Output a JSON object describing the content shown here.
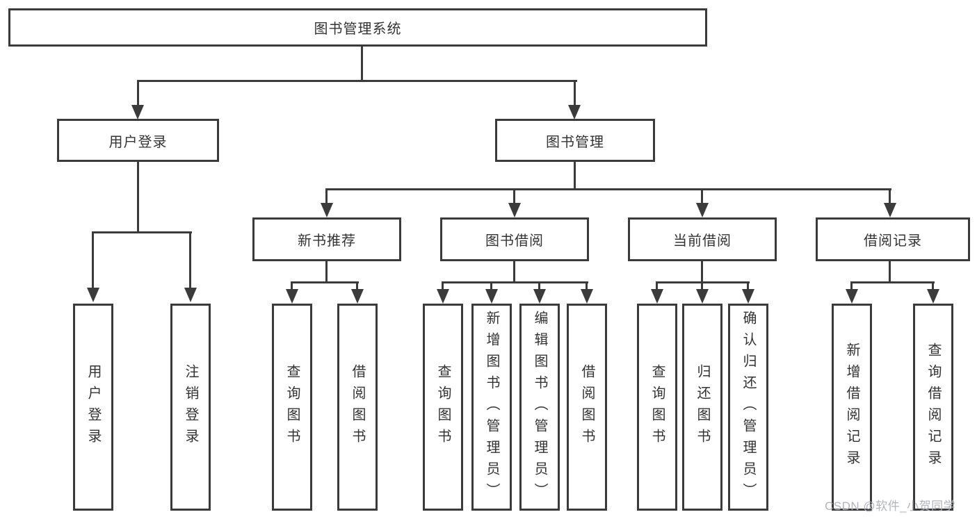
{
  "colors": {
    "line": "#3b3b3b",
    "box_border": "#3b3b3b",
    "text": "#333333",
    "background": "#ffffff",
    "watermark_text_color": "#b2b3bc"
  },
  "watermark": {
    "text": "CSDN @软件_小贺同学"
  },
  "tree": {
    "root": {
      "label": "图书管理系统"
    },
    "branches": [
      {
        "label": "用户登录",
        "leaves": [
          {
            "label": "用户登录"
          },
          {
            "label": "注销登录"
          }
        ]
      },
      {
        "label": "图书管理",
        "groups": [
          {
            "label": "新书推荐",
            "leaves": [
              {
                "label": "查询图书"
              },
              {
                "label": "借阅图书"
              }
            ]
          },
          {
            "label": "图书借阅",
            "leaves": [
              {
                "label": "查询图书"
              },
              {
                "label": "新增图书（管理员）"
              },
              {
                "label": "编辑图书（管理员）"
              },
              {
                "label": "借阅图书"
              }
            ]
          },
          {
            "label": "当前借阅",
            "leaves": [
              {
                "label": "查询图书"
              },
              {
                "label": "归还图书"
              },
              {
                "label": "确认归还（管理员）"
              }
            ]
          },
          {
            "label": "借阅记录",
            "leaves": [
              {
                "label": "新增借阅记录"
              },
              {
                "label": "查询借阅记录"
              }
            ]
          }
        ]
      }
    ]
  }
}
